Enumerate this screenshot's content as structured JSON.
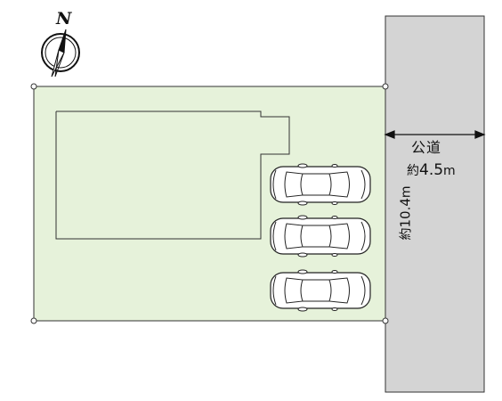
{
  "map": {
    "north_label": "N",
    "road": {
      "name": "公道",
      "width_prefix": "約",
      "width_value": "4.5",
      "width_unit": "m"
    },
    "frontage": {
      "prefix": "約",
      "value": "10.4",
      "unit": "m"
    },
    "parking_spaces": 3,
    "colors": {
      "lot_fill": "#e6f2da",
      "road_fill": "#d4d4d4",
      "outline": "#333333",
      "ink": "#111111"
    }
  }
}
